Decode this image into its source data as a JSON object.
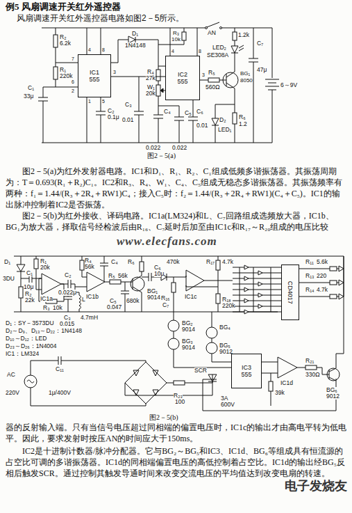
{
  "diagram": {
    "title": "例5 风扇调速开关红外遥控器",
    "nodes": [
      {
        "text": [
          "IC1",
          "555"
        ]
      },
      {
        "text": [
          "IC2",
          "555"
        ]
      },
      {
        "text": [
          "IC3",
          "555"
        ]
      },
      {
        "text": [
          "CD4017"
        ]
      }
    ],
    "edges": [
      {
        "from": 0,
        "to": 1,
        "arrow": "none"
      }
    ],
    "labels": [
      "风扇调速开关红外遥控器电路如图2－5所示。",
      "AN",
      "R₂",
      "6.2k",
      "R₁",
      "220k",
      "C₁",
      "33μ",
      "4",
      "8",
      "7",
      "6",
      "2",
      "3",
      "1",
      "5",
      "D₁",
      "1N4148",
      "R₃",
      "10k",
      "R₄",
      "27k",
      "W₁",
      "20k",
      "4",
      "8",
      "3",
      "C₃",
      "0.01",
      "C₂",
      "0.1μ",
      "C₄",
      "0.022",
      "C₅",
      "0.022",
      "C₆",
      "0.01",
      "1.2k",
      "LED₂",
      "SE308A",
      "R₅",
      "560Ω",
      "BG₁",
      "8050",
      "D₂",
      "LED₁",
      "R₆",
      "1.2",
      "C₇",
      "47μ",
      "6～9V",
      "图2－5(a)",
      "图2－5(a)为红外发射器电路。IC1和D₁、R₁、R₂、C₁组成低频多谐振荡器。其振荡周期为：T＝0.693(R₁＋R₂)C₁。IC2和R₃、R₄、W₁、C₄、C₅组成无稳态多谐振荡器。其振荡频率有两种：f₁＝1.44/(R₃＋2R₄＋RW1)C₄；接入C₅时：f₂＝1.44/(R₃＋2R₄＋RW1)(C₄＋C₅)。IC1的输出脉冲控制着IC2是否振荡。",
      "图2－5(b)为红外接收、译码电路。IC1a(LM324)和L、C₇回路组成选频放大器，IC1b、BG₁为放大器，择取信号经检波后由R₁₆、C₇延时后加至由IC1c和R₁₇～R₂₀组成的电压比较",
      "www.elecfans.com",
      "图2－5(b)",
      "器的反射输入端。只有当信号电压超过同相端的偏置电压时，IC1c的输出才由高电平转为低电平。因此，要求发射时按压AN的时间应大于150ms。",
      "IC2是十进制计数器/脉冲分配器。它与BG₂～BG₅和IC3、IC1d、BG₆等组成具有恒流源的占空比可调的多谐振荡器。IC1d的同相端偏置电压的高低控制着占空比。IC1d的输出经BG₅反相后触发SCR。通过控制其触发导通时间来改变交流电压的平均值达到改变电扇的转速。",
      "电子发烧友",
      "D₁",
      "3DU",
      "R₁",
      "20k",
      "R₂",
      "22k",
      "C₁",
      "10μ",
      "IC1a",
      "R₃",
      "10k",
      "C₃",
      "0.015",
      "L",
      "4.7mH",
      "R₄",
      "56k",
      "C₂",
      "0.022μ",
      "IC1b",
      "R₅",
      "56k",
      "C₄",
      "R₆",
      "C₅",
      "0.047",
      "680k",
      "BG₁",
      "9014",
      "C₆",
      "10μ",
      "470k",
      "R₁₆",
      "C₇",
      "IC1c",
      "R₁₇",
      "R₁₈",
      "220k",
      "4.7k",
      "R₁₁",
      "5.6k",
      "R₁₃",
      "220",
      "R₁₄",
      "4.7k",
      "D₁：SY－3573DU",
      "D₂～D₉、D₁₃～D₂₂：1N4148",
      "D₁₀～D₁₂：LED",
      "D₂₃～D₂₆：1N4004",
      "IC1：LM324",
      "AC",
      "220V",
      "C₁₁",
      "1μ/400V",
      "R₂₃",
      "100",
      "SCR",
      "3A",
      "600V",
      "BG₂",
      "9014",
      "BG₃",
      "9014",
      "BG₄",
      "BG₅",
      "9012",
      "IC1d",
      "39k",
      "R₂₁",
      "330Ω",
      "BG₆",
      "9012"
    ]
  }
}
